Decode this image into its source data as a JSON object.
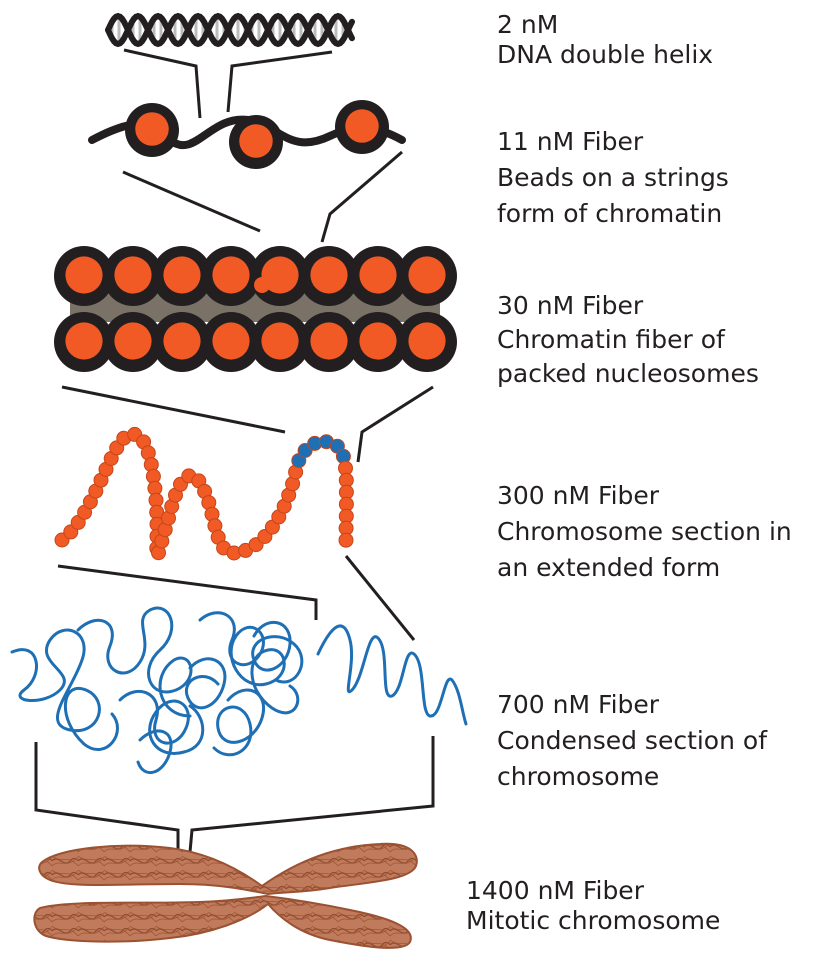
{
  "levels": [
    {
      "size": "2 nM",
      "description": [
        "DNA double helix"
      ]
    },
    {
      "size": "11 nM  Fiber",
      "description": [
        "Beads on a strings",
        "form of chromatin"
      ]
    },
    {
      "size": "30 nM  Fiber",
      "description": [
        "Chromatin fiber of",
        "packed nucleosomes"
      ]
    },
    {
      "size": "300 nM  Fiber",
      "description": [
        "Chromosome section in",
        "an extended form"
      ]
    },
    {
      "size": "700 nM  Fiber",
      "description": [
        "Condensed section of",
        "chromosome"
      ]
    },
    {
      "size": "1400 nM  Fiber",
      "description": [
        "Mitotic chromosome"
      ]
    }
  ],
  "colors": {
    "nucleosome_core": "#f15a24",
    "nucleosome_ring": "#231f20",
    "fiber_bead": "#f15a24",
    "fiber_bead_highlight": "#1f6fb5",
    "condensed_strand": "#1f6fb5",
    "chromosome": "#b8694a",
    "connector": "#231f20",
    "dna_backbone": "#231f20",
    "dna_base_pairs": "#bcbcbc"
  }
}
